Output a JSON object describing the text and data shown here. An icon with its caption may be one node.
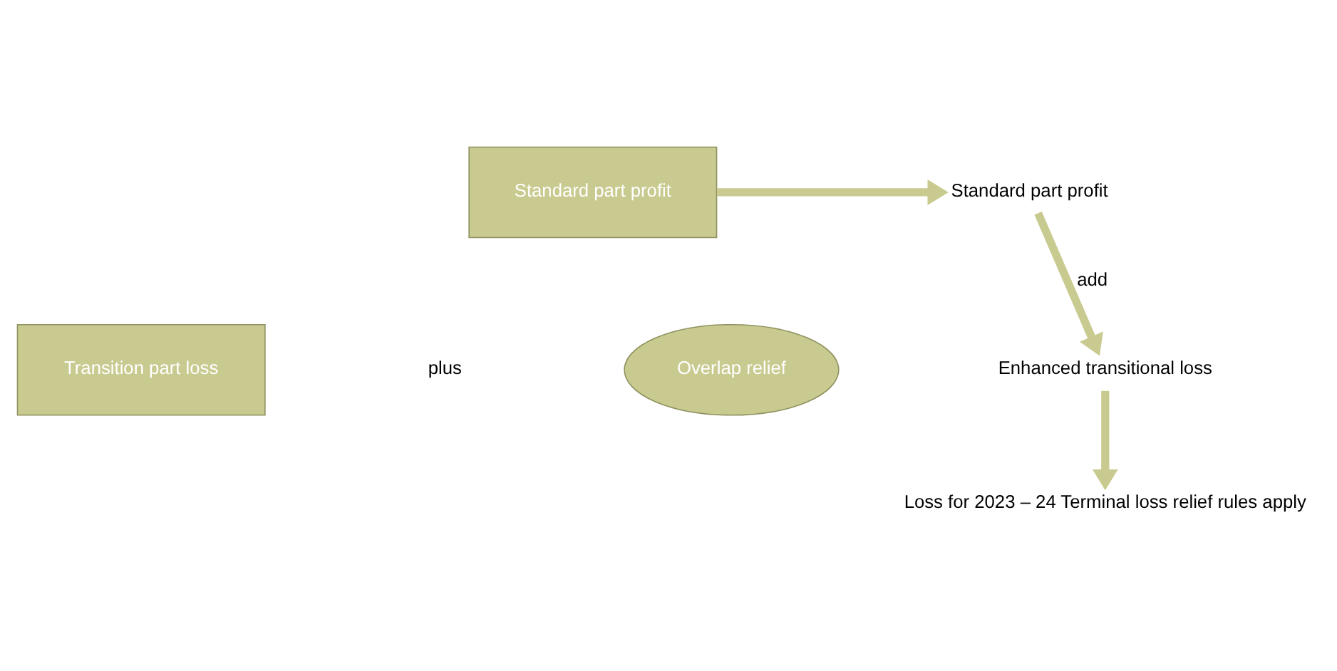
{
  "diagram": {
    "nodes": [
      {
        "text": [
          "Standard part profit"
        ]
      },
      {
        "text": [
          "Transition part loss"
        ]
      },
      {
        "text": [
          "Overlap relief"
        ]
      },
      {
        "text": [
          "Standard part profit"
        ]
      },
      {
        "text": [
          "Enhanced transitional loss"
        ]
      },
      {
        "text": [
          "Loss for 2023 – 24 Terminal loss relief rules apply"
        ]
      }
    ],
    "edges": [
      {
        "from": 0,
        "to": 3,
        "arrow": "to"
      },
      {
        "from": 3,
        "to": 4,
        "arrow": "to",
        "label": "add"
      },
      {
        "from": 4,
        "to": 5,
        "arrow": "to"
      }
    ],
    "labels": [
      "plus"
    ]
  }
}
